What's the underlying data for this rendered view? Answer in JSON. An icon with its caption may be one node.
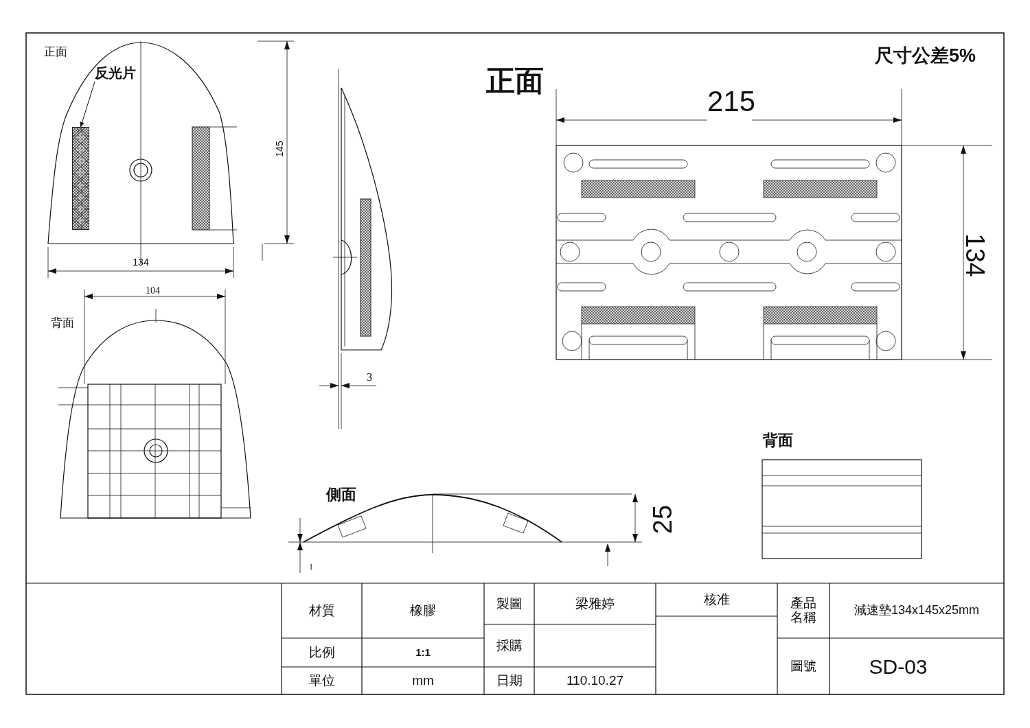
{
  "diagram": {
    "nodes": [
      {
        "text": [
          "反光片"
        ]
      },
      {
        "text": [],
        "shape": "bar"
      }
    ],
    "edges": [
      {
        "from": 0,
        "to": 1,
        "arrow": "to"
      }
    ],
    "labels": [
      "正面",
      "145",
      "134",
      "104",
      "背面",
      "3",
      "正面",
      "215",
      "尺寸公差5%",
      "134",
      "背面",
      "側面",
      "25",
      "1",
      "材質",
      "橡膠",
      "製圖",
      "梁雅婷",
      "核准",
      "產品名稱",
      "減速墊134x145x25mm",
      "比例",
      "1:1",
      "採購",
      "單位",
      "mm",
      "日期",
      "110.10.27",
      "圖號",
      "SD-03"
    ]
  }
}
